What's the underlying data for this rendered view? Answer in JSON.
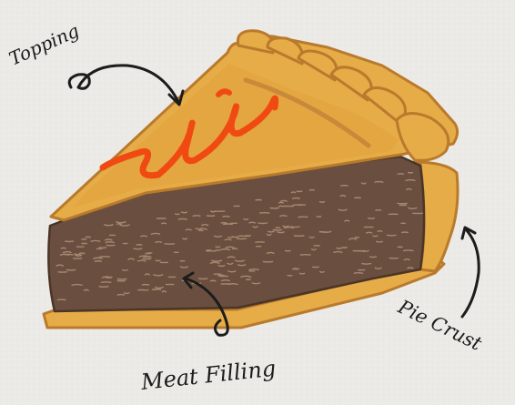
{
  "labels": {
    "topping": "Topping",
    "meat_filling": "Meat Filling",
    "pie_crust": "Pie Crust"
  },
  "colors": {
    "background": "#ebeae6",
    "crust": "#e6ac48",
    "crust_dark": "#c8893a",
    "outline": "#b97a2c",
    "filling": "#6a4f40",
    "filling_texture": "#a88770",
    "sauce": "#f04a12",
    "ink": "#1c1c1c"
  }
}
